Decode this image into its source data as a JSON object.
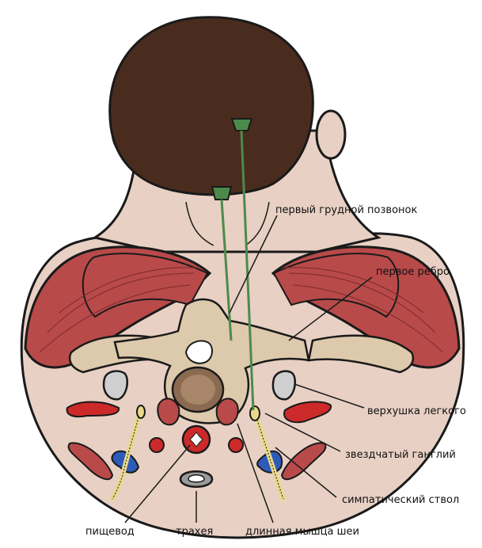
{
  "labels": {
    "t1_vertebra": "первый грудной позвонок",
    "first_rib": "первое ребро",
    "lung_apex": "верхушка легкого",
    "stellate_ganglion": "звездчатый ганглий",
    "sympathetic_trunk": "симпатический ствол",
    "esophagus": "пищевод",
    "trachea": "трахея",
    "longus_colli": "длинная мышца шеи"
  },
  "colors": {
    "skin": "#e8d0c4",
    "hair": "#4a2c1e",
    "muscle": "#b94a4a",
    "bone": "#ddc9ac",
    "lung": "#cfcfcf",
    "vessel": "#cc2a2a",
    "nerve": "#e9d98a",
    "needle": "#4c8a4c",
    "blue": "#2e5bb8",
    "outline": "#1a1a1a"
  }
}
